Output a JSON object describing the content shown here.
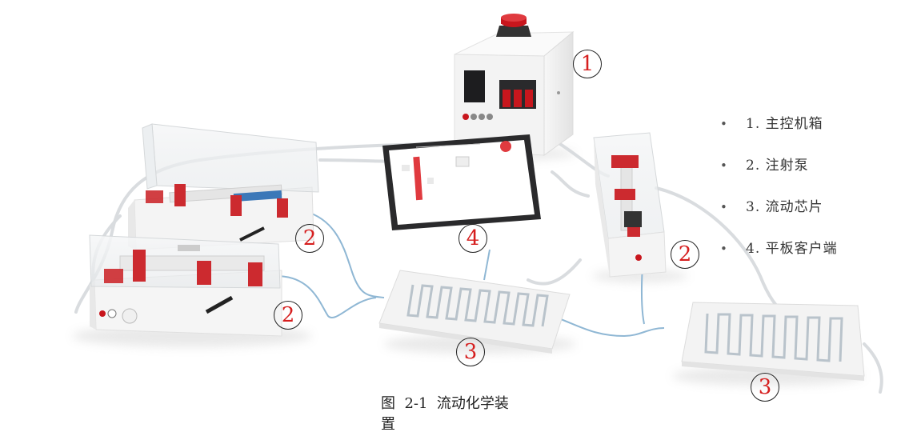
{
  "labels": {
    "controller": "1",
    "pump_top_left": "2",
    "pump_bottom_left": "2",
    "pump_right": "2",
    "chip_center": "3",
    "chip_right": "3",
    "tablet": "4"
  },
  "legend": [
    {
      "bullet": "•",
      "text": "1. 主控机箱"
    },
    {
      "bullet": "•",
      "text": "2. 注射泵"
    },
    {
      "bullet": "•",
      "text": "3. 流动芯片"
    },
    {
      "bullet": "•",
      "text": "4. 平板客户端"
    }
  ],
  "caption": {
    "line1": "图  2-1  流动化学装",
    "line2": "置"
  },
  "colors": {
    "accent_red": "#d61f1f",
    "device_white": "#f4f4f4",
    "tube_blue": "#8fb7d4"
  },
  "icons": {
    "controller": "control-box-icon",
    "pump": "syringe-pump-icon",
    "chip": "flow-chip-icon",
    "tablet": "tablet-icon"
  }
}
